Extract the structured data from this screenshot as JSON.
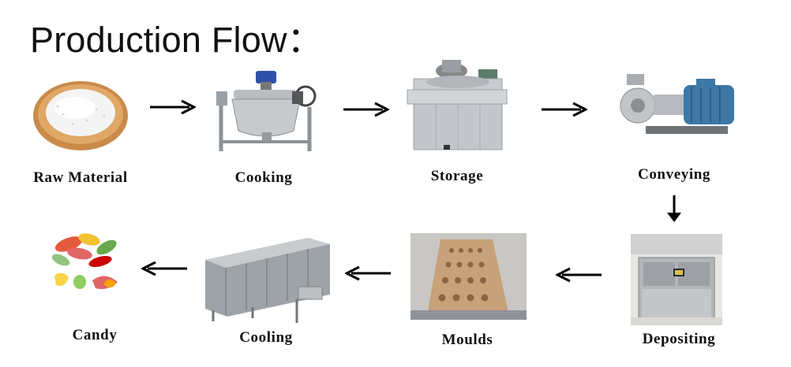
{
  "title": "Production Flow：",
  "steps": [
    {
      "label": "Raw Material",
      "icon": "sugar-bowl-icon"
    },
    {
      "label": "Cooking",
      "icon": "cooking-kettle-icon"
    },
    {
      "label": "Storage",
      "icon": "storage-tank-icon"
    },
    {
      "label": "Conveying",
      "icon": "pump-icon"
    },
    {
      "label": "Depositing",
      "icon": "depositor-machine-icon"
    },
    {
      "label": "Moulds",
      "icon": "mould-tray-icon"
    },
    {
      "label": "Cooling",
      "icon": "cooling-tunnel-icon"
    },
    {
      "label": "Candy",
      "icon": "gummy-candy-icon"
    }
  ]
}
